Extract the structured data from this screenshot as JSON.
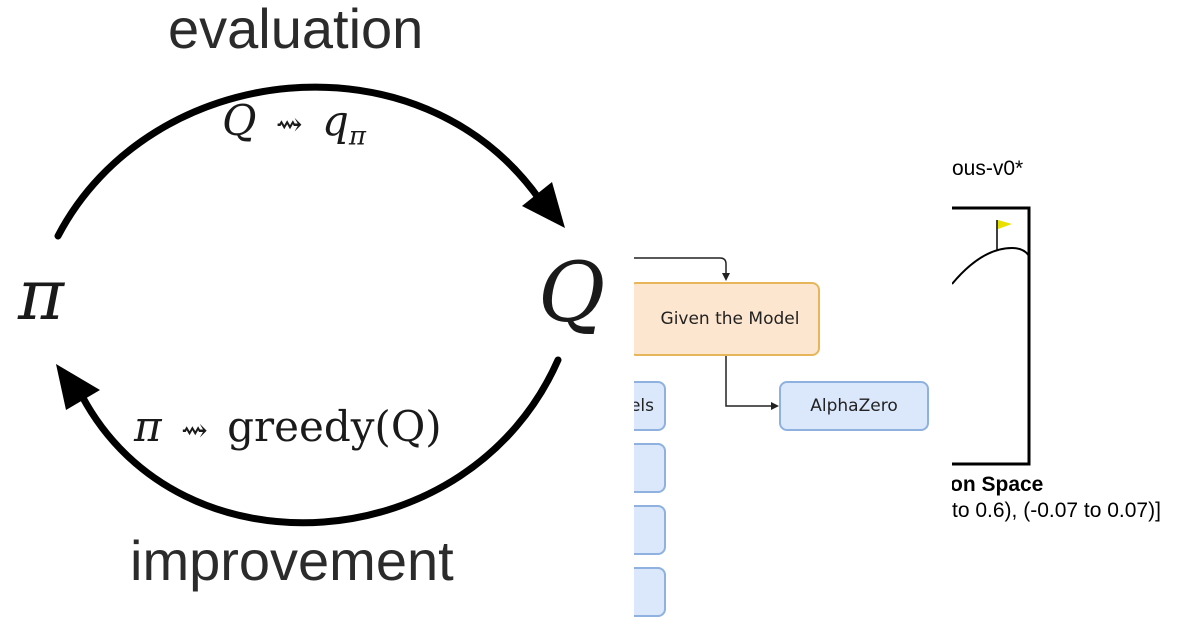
{
  "gpi": {
    "top_label": "evaluation",
    "top_formula_left": "Q",
    "top_formula_arrow": "⇝",
    "top_formula_right": "q",
    "top_formula_sub": "π",
    "left_node": "π",
    "right_node": "Q",
    "bottom_formula_left": "π",
    "bottom_formula_arrow": "⇝",
    "bottom_formula_right": "greedy(Q)",
    "bottom_label": "improvement"
  },
  "flow": {
    "given_model": "Given the Model",
    "alphazero": "AlphaZero",
    "partial_left_box": "els"
  },
  "gym": {
    "title_fragment": "ous-v0*",
    "space_label_fragment": "on Space",
    "range_fragment": " to 0.6), (-0.07 to  0.07)]"
  },
  "colors": {
    "orange_fill": "#fde6cf",
    "orange_border": "#e8b65a",
    "blue_fill": "#dbe8fb",
    "blue_border": "#8fb1e0",
    "flag": "#e8e000"
  }
}
